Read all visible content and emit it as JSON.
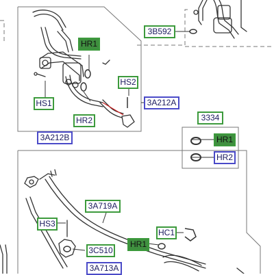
{
  "colors": {
    "green_border": "#3c9a3c",
    "green_fill": "#3f8f3f",
    "blue_border": "#4a4ac8",
    "label_text": "#1a1a5e",
    "line_art": "#333333",
    "leader_red": "#d02020"
  },
  "callouts": {
    "hr1_top": "HR1",
    "hs2": "HS2",
    "hs1": "HS1",
    "hr2_top": "HR2",
    "ref_3a212a": "3A212A",
    "ref_3b592": "3B592",
    "ref_3334": "3334",
    "hr1_kit": "HR1",
    "hr2_kit": "HR2",
    "ref_3a212b": "3A212B",
    "ref_3a719a": "3A719A",
    "hs3": "HS3",
    "hc1": "HC1",
    "hr1_bottom": "HR1",
    "ref_3c510": "3C510",
    "ref_3a713a": "3A713A"
  }
}
